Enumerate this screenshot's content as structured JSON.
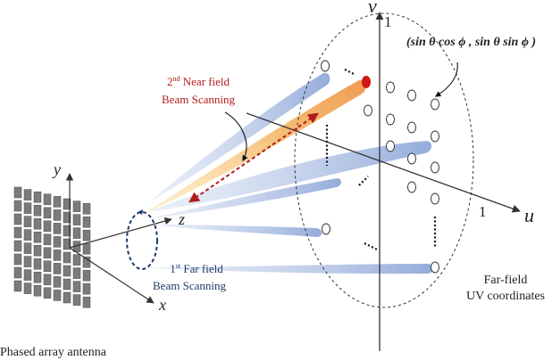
{
  "labels": {
    "axis_v": "v",
    "axis_u": "u",
    "axis_y": "y",
    "axis_z": "z",
    "axis_x": "x",
    "tick_one_v": "1",
    "tick_one_u": "1",
    "formula": "(sin θ cos ϕ , sin θ sin ϕ )",
    "near_field_line1_sup": "nd",
    "near_field_line1_pre": "2",
    "near_field_line1_post": " Near field",
    "near_field_line2": "Beam Scanning",
    "far_field_line1_pre": "1",
    "far_field_line1_sup": "st",
    "far_field_line1_post": " Far field",
    "far_field_line2": "Beam Scanning",
    "uv_line1": "Far-field",
    "uv_line2": "UV coordinates",
    "antenna_caption": "Phased array antenna"
  },
  "colors": {
    "near_field": "#b31b1b",
    "far_field": "#1f3a68",
    "beam_blue": "#aabfe3",
    "beam_orange": "#f3b26a"
  }
}
